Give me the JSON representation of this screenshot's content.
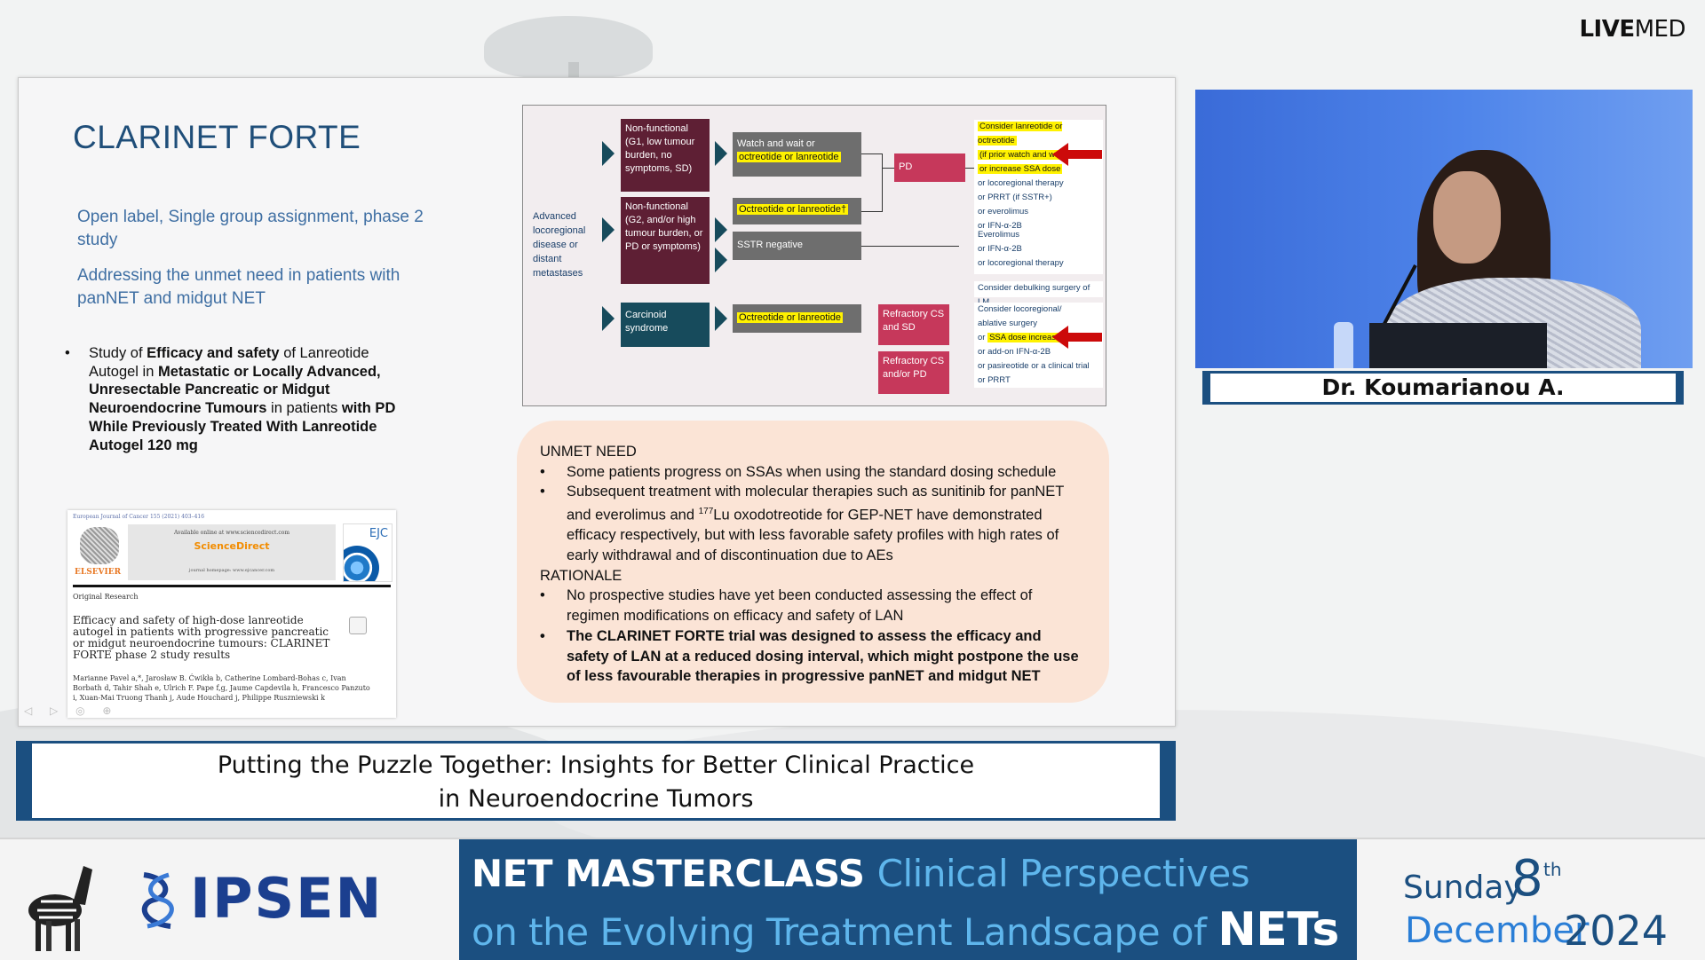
{
  "brand": {
    "bold": "LIVE",
    "light": "MED"
  },
  "slide": {
    "title": "CLARINET FORTE",
    "para1": "Open label, Single group assignment, phase 2 study",
    "para2": "Addressing the unmet need in patients with panNET and midgut NET",
    "bullet": {
      "dot": "•",
      "p1": "Study of ",
      "b1": "Efficacy and safety",
      "p2": " of  Lanreotide Autogel in ",
      "b2": "Metastatic or Locally Advanced, Unresectable Pancreatic or Midgut Neuroendocrine Tumours",
      "p3": " in patients ",
      "b3": "with PD While Previously Treated With Lanreotide Autogel 120 mg"
    },
    "article": {
      "journal": "European Journal of Cancer 155 (2021) 403–416",
      "available": "Available online at www.sciencedirect.com",
      "sciencedirect": "ScienceDirect",
      "homepage": "journal homepage: www.ejcancer.com",
      "publisher": "ELSEVIER",
      "cover_tag": "EJC",
      "section": "Original Research",
      "title": "Efficacy and safety of high-dose lanreotide autogel in patients with progressive pancreatic or midgut neuroendocrine tumours: CLARINET FORTE phase 2 study results",
      "authors": "Marianne Pavel a,*, Jarosław B. Ćwikła b, Catherine Lombard-Bohas c, Ivan Borbath d, Tahir Shah e, Ulrich F. Pape f,g, Jaume Capdevila h, Francesco Panzuto i, Xuan-Mai Truong Thanh j, Aude Houchard j, Philippe Ruszniewski k"
    },
    "flow": {
      "left_label": "Advanced locoregional disease or distant metastases",
      "nf1": "Non-functional (G1, low tumour burden, no symptoms, SD)",
      "nf2": "Non-functional (G2, and/or high tumour burden, or PD or symptoms)",
      "cs": "Carcinoid syndrome",
      "ww1": "Watch and wait or",
      "ww2": "octreotide or lanreotide",
      "oct1": "Octreotide or lanreotide†",
      "sstr": "SSTR negative",
      "oct2": "Octreotide or lanreotide",
      "pd": "PD",
      "ref1": "Refractory CS and SD",
      "ref2": "Refractory CS and/or PD",
      "out1_hl1": "Consider lanreotide or octreotide",
      "out1_hl2": "(if prior watch and wait)",
      "out1_hl3": "or increase SSA dose",
      "out1_r1": "or locoregional therapy",
      "out1_r2": "or PRRT (if SSTR+)",
      "out1_r3": "or everolimus",
      "out1_r4": "or IFN-α-2B",
      "out2_r1": "Everolimus",
      "out2_r2": "or IFN-α-2B",
      "out2_r3": "or locoregional therapy",
      "out3": "Consider debulking surgery of LM",
      "out4_r1": "Consider locoregional/",
      "out4_r2": "ablative surgery",
      "out4_pre": "or ",
      "out4_hl": "SSA dose increase",
      "out4_r3": "or add-on IFN-α-2B",
      "out4_r4": "or pasireotide or a clinical trial",
      "out4_r5": "or PRRT"
    },
    "unmet": {
      "h1": "UNMET NEED",
      "b1": "Some patients progress on SSAs when using the standard dosing schedule",
      "b2a": "Subsequent treatment with molecular therapies such as sunitinib for panNET and everolimus and ",
      "b2sup": "177",
      "b2b": "Lu oxodotreotide for GEP-NET have demonstrated efficacy respectively, but with less favorable safety profiles with high rates of early withdrawal and of discontinuation due to AEs",
      "h2": "RATIONALE",
      "b3": "No prospective studies have yet been conducted assessing the effect of regimen modifications on efficacy and safety of LAN",
      "b4": "The CLARINET FORTE trial was designed to assess the efficacy and safety of LAN at a reduced dosing interval, which might postpone the use of less favourable therapies in progressive panNET and midgut NET",
      "dot": "•"
    }
  },
  "caption": {
    "line1": "Putting the Puzzle Together: Insights for Better Clinical Practice",
    "line2": "in Neuroendocrine Tumors"
  },
  "speaker": {
    "name": "Dr. Koumarianou A."
  },
  "banner": {
    "ipsen": "IPSEN",
    "w1": "NET MASTERCLASS ",
    "c1": "Clinical Perspectives",
    "c2": "on the Evolving  Treatment Landscape of ",
    "big": "NETs"
  },
  "date": {
    "day": "Sunday",
    "num": "8",
    "sup": "th",
    "month": "December",
    "year": "2024"
  },
  "colors": {
    "navy": "#1b4f80",
    "cyan": "#5fb6ec",
    "maroon": "#5e1f34",
    "teal": "#174b5c",
    "rose": "#c6385b",
    "highlight": "#fff200",
    "peach": "#fbe4d6"
  }
}
